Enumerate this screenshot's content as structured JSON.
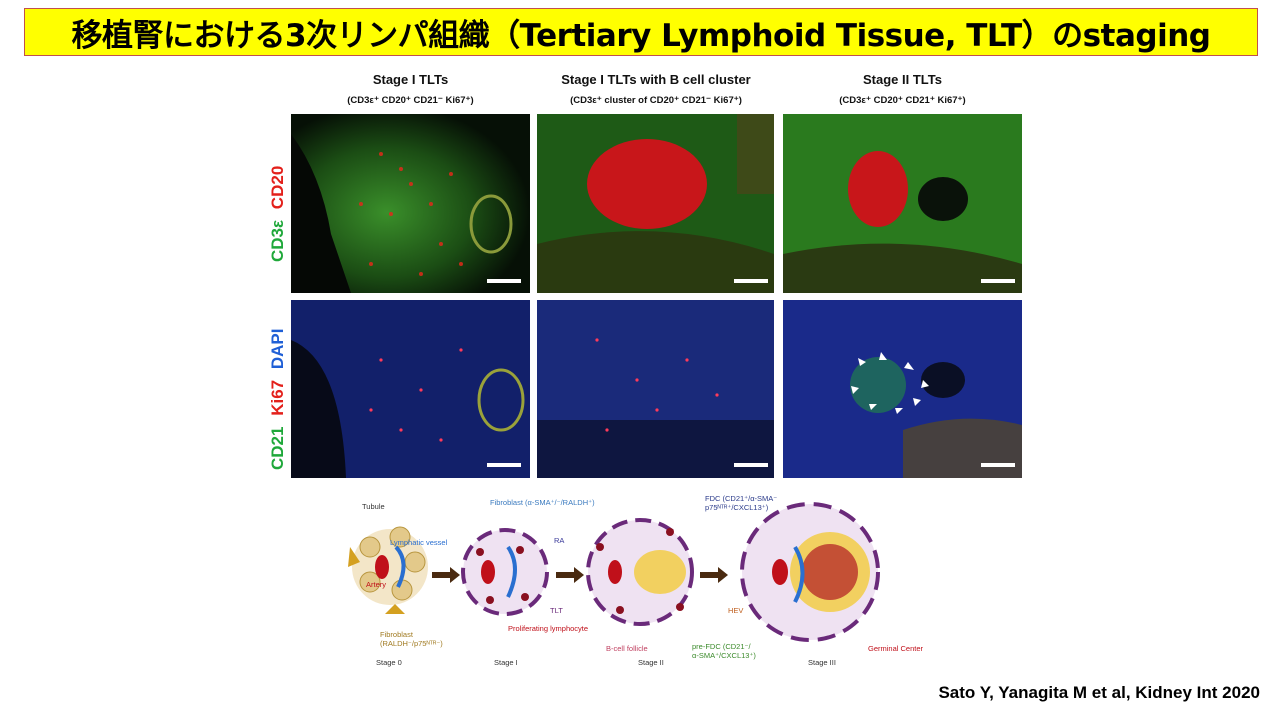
{
  "title": "移植腎における3次リンパ組織（Tertiary Lymphoid Tissue, TLT）のstaging",
  "columns": [
    {
      "header": "Stage I TLTs",
      "sub": "(CD3ε⁺ CD20⁺ CD21⁻ Ki67⁺)"
    },
    {
      "header": "Stage I TLTs with B cell cluster",
      "sub": "(CD3ε⁺ cluster of CD20⁺ CD21⁻ Ki67⁺)"
    },
    {
      "header": "Stage II TLTs",
      "sub": "(CD3ε⁺ CD20⁺ CD21⁺ Ki67⁺)"
    }
  ],
  "row_labels": {
    "top": [
      {
        "text": "CD3ε",
        "color": "#1fa83a"
      },
      {
        "text": "CD20",
        "color": "#e3201b"
      }
    ],
    "bottom": [
      {
        "text": "CD21",
        "color": "#1fa83a"
      },
      {
        "text": "Ki67",
        "color": "#e3201b"
      },
      {
        "text": "DAPI",
        "color": "#1f5fd6"
      }
    ]
  },
  "diagram": {
    "labels": {
      "tubule": "Tubule",
      "lymphatic": "Lymphatic vessel",
      "artery": "Artery",
      "fibroblast_top": "Fibroblast (α-SMA⁺/⁻/RALDH⁺)",
      "ra": "RA",
      "tlt": "TLT",
      "proliferating": "Proliferating lymphocyte",
      "bcell": "B-cell follicle",
      "fdc_line1": "FDC (CD21⁺/α-SMA⁻",
      "fdc_line2": "p75ᴺᵀᴿ⁺/CXCL13⁺)",
      "hev": "HEV",
      "prefdc_line1": "pre-FDC (CD21⁻/",
      "prefdc_line2": "α-SMA⁺/CXCL13⁺)",
      "germinal": "Germinal Center",
      "fibroblast_bottom_1": "Fibroblast",
      "fibroblast_bottom_2": "(RALDH⁻/p75ᴺᵀᴿ⁻)"
    },
    "stages": [
      "Stage 0",
      "Stage I",
      "Stage II",
      "Stage III"
    ]
  },
  "citation": "Sato Y, Yanagita M et al, Kidney Int 2020"
}
